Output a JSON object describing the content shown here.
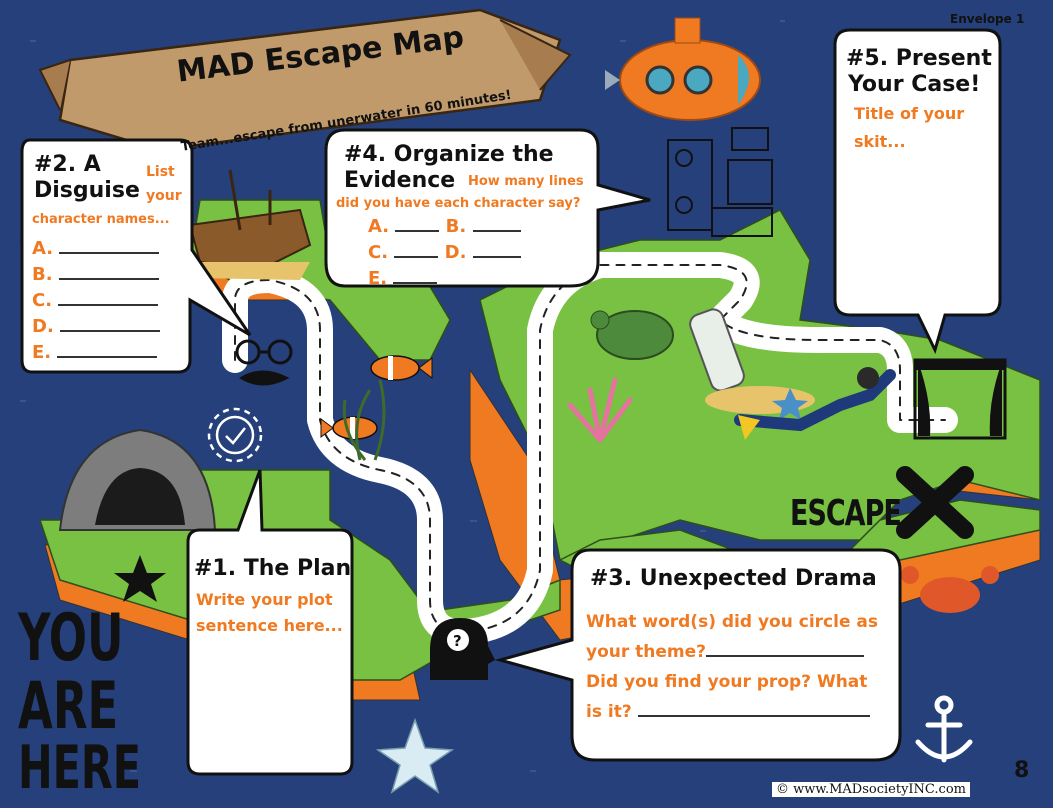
{
  "title": {
    "main": "MAD Escape Map",
    "subtitle": "Team...escape from unerwater in 60 minutes!"
  },
  "envelope": "Envelope 1",
  "page_number": "8",
  "copyright": "© www.MADsocietyINC.com",
  "sections": {
    "plan": {
      "heading": "#1. The Plan",
      "prompt_line1": "Write your plot",
      "prompt_line2": "sentence here..."
    },
    "disguise": {
      "heading_line1": "#2. A",
      "heading_line2": "Disguise",
      "prompt_list": "List",
      "prompt_your": "your",
      "prompt_line2": "character names...",
      "rows": [
        "A.",
        "B.",
        "C.",
        "D.",
        "E."
      ]
    },
    "drama": {
      "heading": "#3. Unexpected Drama",
      "q1_line1": "What word(s) did you circle as",
      "q1_line2": "your theme?",
      "q2_line1": "Did you find your prop? What",
      "q2_line2": "is it?"
    },
    "evidence": {
      "heading_line1": "#4. Organize the",
      "heading_line2": "Evidence",
      "prompt_part1": "How many lines",
      "prompt_part2": "did you have each character say?",
      "rows": [
        {
          "a": "A.",
          "b": "B."
        },
        {
          "a": "C.",
          "b": "D."
        },
        {
          "a": "E.",
          "b": ""
        }
      ]
    },
    "present": {
      "heading_line1": "#5. Present",
      "heading_line2": "Your Case!",
      "prompt_line1": "Title of your",
      "prompt_line2": "skit..."
    }
  },
  "map_labels": {
    "escape": "ESCAPE",
    "you_are_here": [
      "YOU",
      "ARE",
      "HERE"
    ]
  },
  "colors": {
    "ocean": "#25407a",
    "island": "#79c142",
    "island_edge": "#f07a22",
    "accent": "#f07a22",
    "scroll": "#c19a6b"
  }
}
